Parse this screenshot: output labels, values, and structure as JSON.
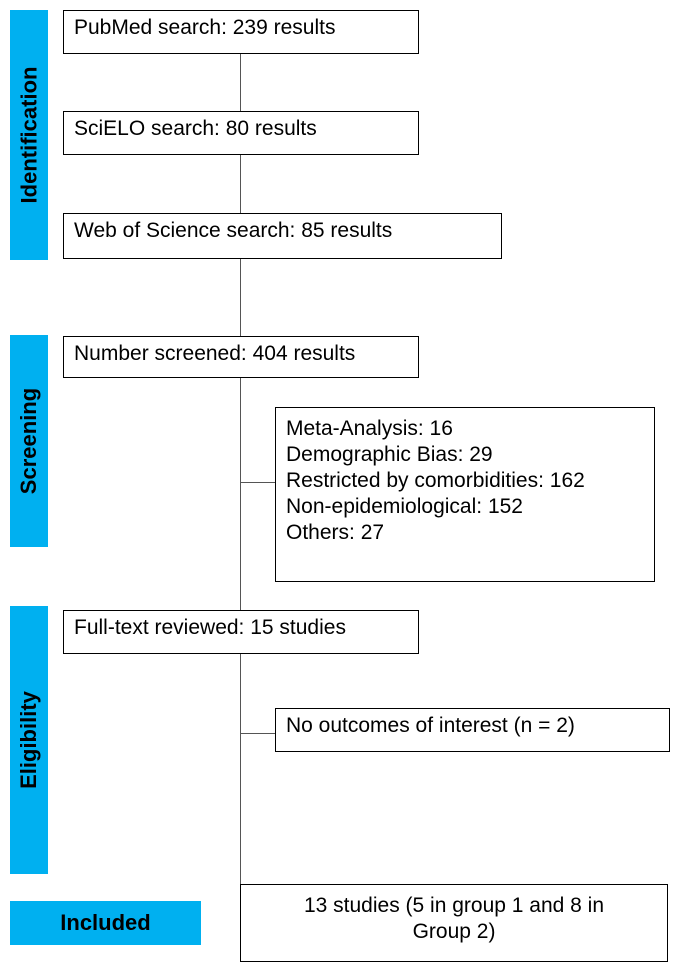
{
  "phases": {
    "identification": "Identification",
    "screening": "Screening",
    "eligibility": "Eligibility",
    "included": "Included"
  },
  "boxes": {
    "pubmed": "PubMed search: 239 results",
    "scielo": "SciELO search: 80 results",
    "wos": "Web of Science search: 85 results",
    "screened": "Number screened: 404 results",
    "excluded_screening": [
      "Meta-Analysis: 16",
      "Demographic Bias: 29",
      "Restricted by comorbidities: 162",
      "Non-epidemiological: 152",
      "Others: 27"
    ],
    "fulltext": "Full-text reviewed: 15 studies",
    "excluded_eligibility": "No outcomes of interest (n = 2)",
    "included_line1": "13 studies (5 in group 1 and 8 in",
    "included_line2": "Group 2)"
  },
  "colors": {
    "phase_fill": "#00b0f0",
    "connector": "#555555"
  }
}
